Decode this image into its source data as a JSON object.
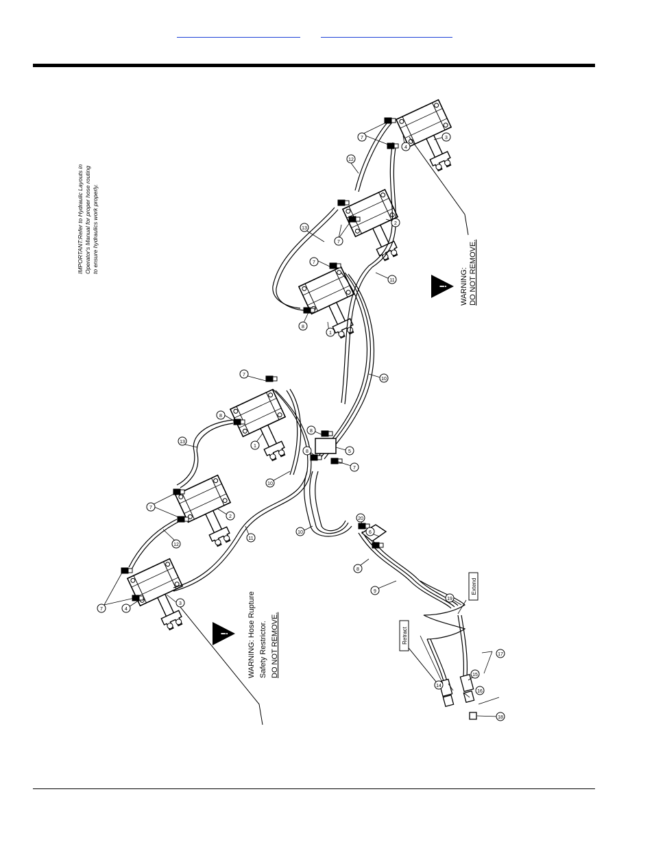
{
  "header": {
    "nav_links": [
      "",
      ""
    ]
  },
  "diagram": {
    "note_lines": [
      "IMPORTANT:Refer to Hydraulic Layouts in",
      "Operator's Manual for proper hose routing",
      "to ensure hydraulics work properly."
    ],
    "warning_right": [
      "WARNING:",
      "DO NOT REMOVE."
    ],
    "warning_left": [
      "WARNING: Hose Rupture",
      "Safety Restrictor.",
      "DO NOT REMOVE."
    ],
    "label_retract": "Retract",
    "label_extend": "Extend",
    "callouts": {
      "c7a": "7",
      "c4a": "4",
      "c3a": "3",
      "c12a": "12",
      "c7b": "7",
      "c2a": "2",
      "c13a": "13",
      "c8a": "8",
      "c7c": "7",
      "c1a": "1",
      "c11a": "11",
      "c10a": "10",
      "c8b": "8",
      "c8c": "8",
      "c5": "5",
      "c7d": "7",
      "c10b": "10",
      "c9": "9",
      "c20": "20",
      "c6": "6",
      "c8d": "8",
      "c19": "19",
      "c16": "16",
      "c14": "14",
      "c15": "15",
      "c17": "17",
      "c18": "18",
      "c7e": "7",
      "c4b": "4",
      "c3b": "3",
      "c12b": "12",
      "c7f": "7",
      "c2b": "2",
      "c13b": "13",
      "c8e": "8",
      "c7g": "7",
      "c1b": "1",
      "c11b": "11",
      "c10c": "10"
    }
  }
}
